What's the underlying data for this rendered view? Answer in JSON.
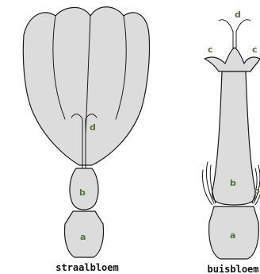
{
  "colors": {
    "fill": "#dcdcdc",
    "outline": "#1a1a1a",
    "letter": "#4a7c2a",
    "caption": "#111111",
    "background": "#ffffff"
  },
  "ray_flower": {
    "caption": "straalbloem",
    "labels": {
      "a": "a",
      "b": "b",
      "d": "d"
    }
  },
  "tube_flower": {
    "caption": "buisbloem",
    "labels": {
      "a": "a",
      "b": "b",
      "c_left": "c",
      "c_right": "c",
      "d": "d",
      "p": "p"
    }
  }
}
